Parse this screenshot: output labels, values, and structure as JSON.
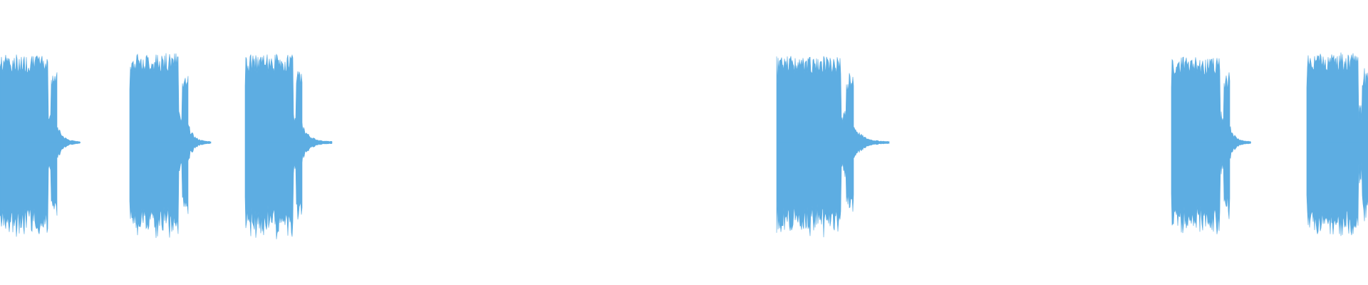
{
  "waveform": {
    "color": "#5dade2",
    "background": "#ffffff",
    "duration_s": 19.2,
    "bursts": [
      {
        "start_s": 0.0,
        "end_s": 0.8,
        "tail_end_s": 1.13,
        "amplitude": 0.97,
        "clipped_start": true
      },
      {
        "start_s": 1.82,
        "end_s": 2.64,
        "tail_end_s": 2.96,
        "amplitude": 0.98
      },
      {
        "start_s": 3.44,
        "end_s": 4.24,
        "tail_end_s": 4.66,
        "amplitude": 0.97
      },
      {
        "start_s": 10.9,
        "end_s": 11.98,
        "tail_end_s": 12.48,
        "amplitude": 0.95
      },
      {
        "start_s": 16.44,
        "end_s": 17.26,
        "tail_end_s": 17.56,
        "amplitude": 0.94
      },
      {
        "start_s": 18.34,
        "end_s": 19.2,
        "tail_end_s": 19.2,
        "amplitude": 0.99,
        "clipped_end": true
      }
    ]
  }
}
